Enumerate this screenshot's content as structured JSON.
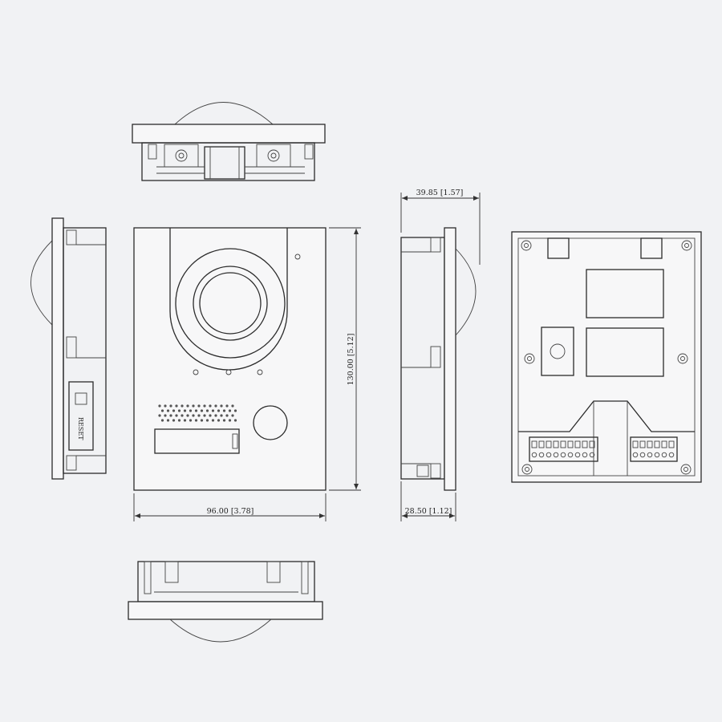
{
  "dimensions": {
    "width": "96.00 [3.78]",
    "height": "130.00 [5.12]",
    "depth_total": "39.85 [1.57]",
    "depth_body": "28.50 [1.12]"
  },
  "labels": {
    "reset": "RESET"
  }
}
